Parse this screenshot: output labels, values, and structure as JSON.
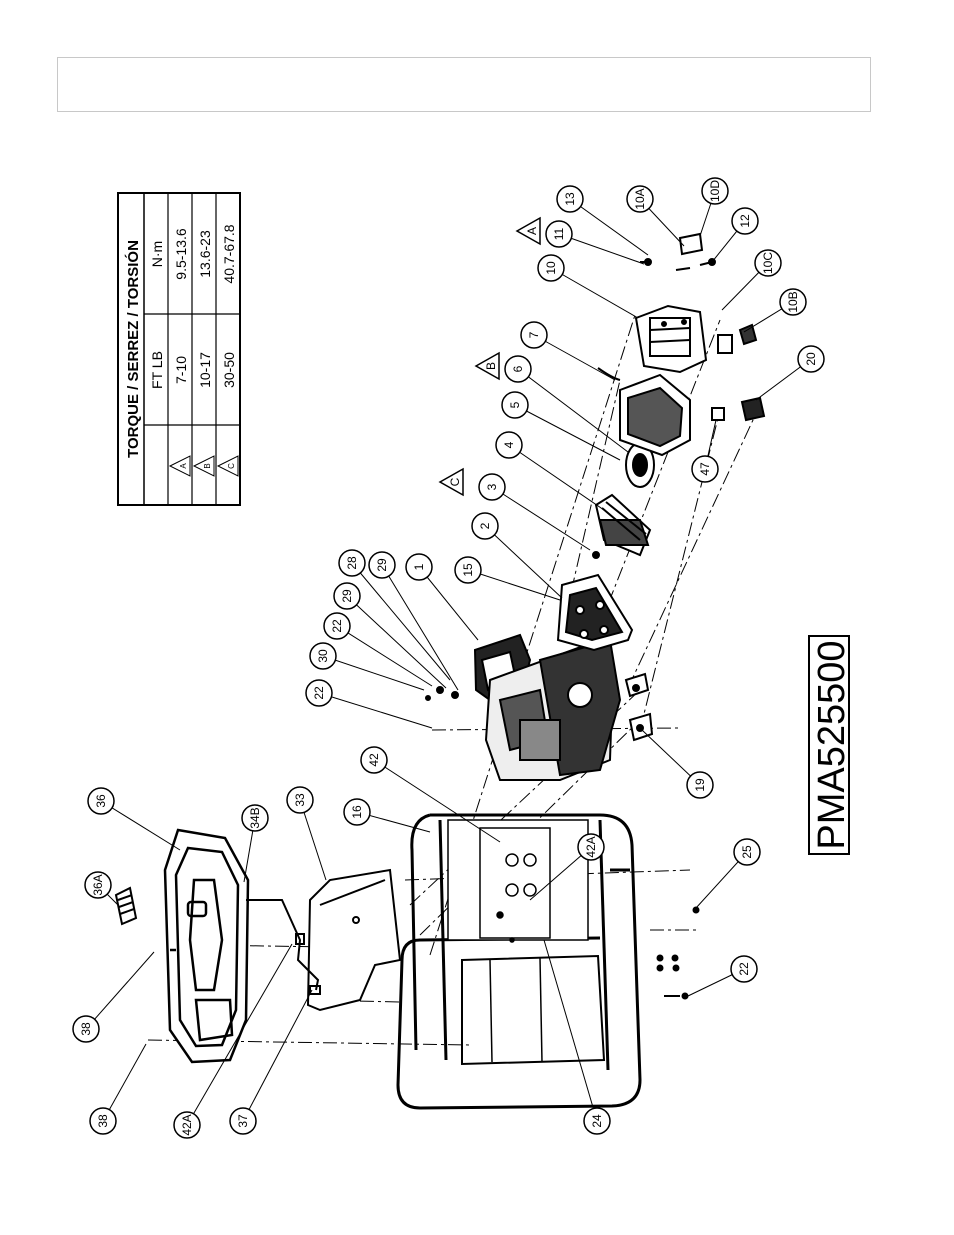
{
  "header": {
    "text": ""
  },
  "model_number": "PMA525500",
  "torque_table": {
    "title": "TORQUE / SERREZ / TORSIÓN",
    "columns": [
      "",
      "FT LB",
      "N·m"
    ],
    "rows": [
      {
        "symbol": "A",
        "ft_lb": "7-10",
        "nm": "9.5-13.6"
      },
      {
        "symbol": "B",
        "ft_lb": "10-17",
        "nm": "13.6-23"
      },
      {
        "symbol": "C",
        "ft_lb": "30-50",
        "nm": "40.7-67.8"
      }
    ]
  },
  "callouts": [
    "36A",
    "36",
    "34B",
    "33",
    "16",
    "42",
    "22",
    "30",
    "22",
    "29",
    "28",
    "29",
    "1",
    "15",
    "2",
    "3",
    "4",
    "5",
    "6",
    "7",
    "10",
    "11",
    "13",
    "10A",
    "10D",
    "12",
    "10C",
    "10B",
    "20",
    "47",
    "19",
    "42A",
    "25",
    "22",
    "24",
    "37",
    "42A",
    "38",
    "38"
  ],
  "torque_markers": [
    "A",
    "B",
    "C"
  ]
}
